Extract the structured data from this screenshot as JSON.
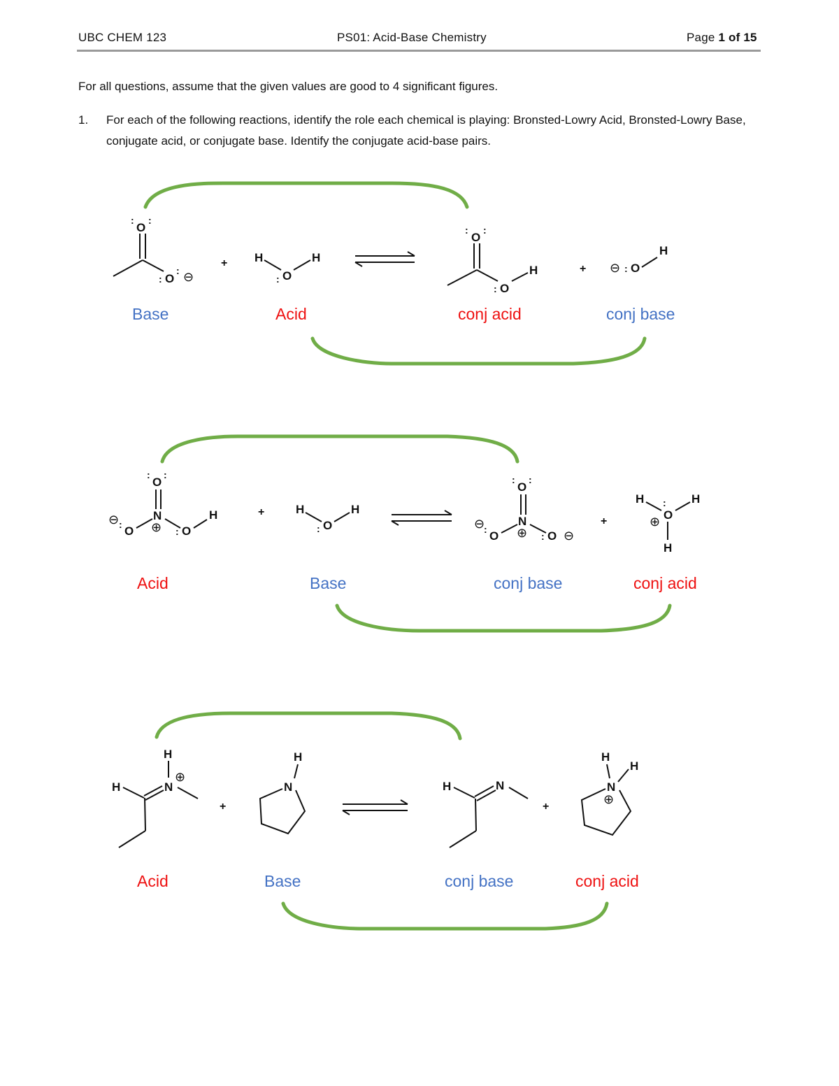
{
  "header": {
    "left": "UBC CHEM 123",
    "center": "PS01: Acid-Base Chemistry",
    "page_prefix": "Page ",
    "page_num": "1",
    "page_of": " of ",
    "page_total": "15"
  },
  "intro": "For all questions, assume that the given values are good to 4 significant figures.",
  "question": {
    "number": "1.",
    "text": "For each of the following reactions, identify the role each chemical is playing: Bronsted-Lowry Acid, Bronsted-Lowry Base, conjugate acid, or conjugate base. Identify the conjugate acid-base pairs."
  },
  "atoms": {
    "O": "O",
    "H": "H",
    "N": "N",
    "plus": "+",
    "minus_charge": "⊖",
    "plus_charge": "⊕",
    "lone_pair": ":"
  },
  "reactions": [
    {
      "labels": [
        {
          "text": "Base",
          "role": "base"
        },
        {
          "text": "Acid",
          "role": "acid"
        },
        {
          "text": "conj acid",
          "role": "acid"
        },
        {
          "text": "conj base",
          "role": "base"
        }
      ]
    },
    {
      "labels": [
        {
          "text": "Acid",
          "role": "acid"
        },
        {
          "text": "Base",
          "role": "base"
        },
        {
          "text": "conj base",
          "role": "base"
        },
        {
          "text": "conj acid",
          "role": "acid"
        }
      ]
    },
    {
      "labels": [
        {
          "text": "Acid",
          "role": "acid"
        },
        {
          "text": "Base",
          "role": "base"
        },
        {
          "text": "conj base",
          "role": "base"
        },
        {
          "text": "conj acid",
          "role": "acid"
        }
      ]
    }
  ],
  "colors": {
    "acid": "#ee1111",
    "base": "#4472c4",
    "pair_bracket": "#70ad47"
  }
}
